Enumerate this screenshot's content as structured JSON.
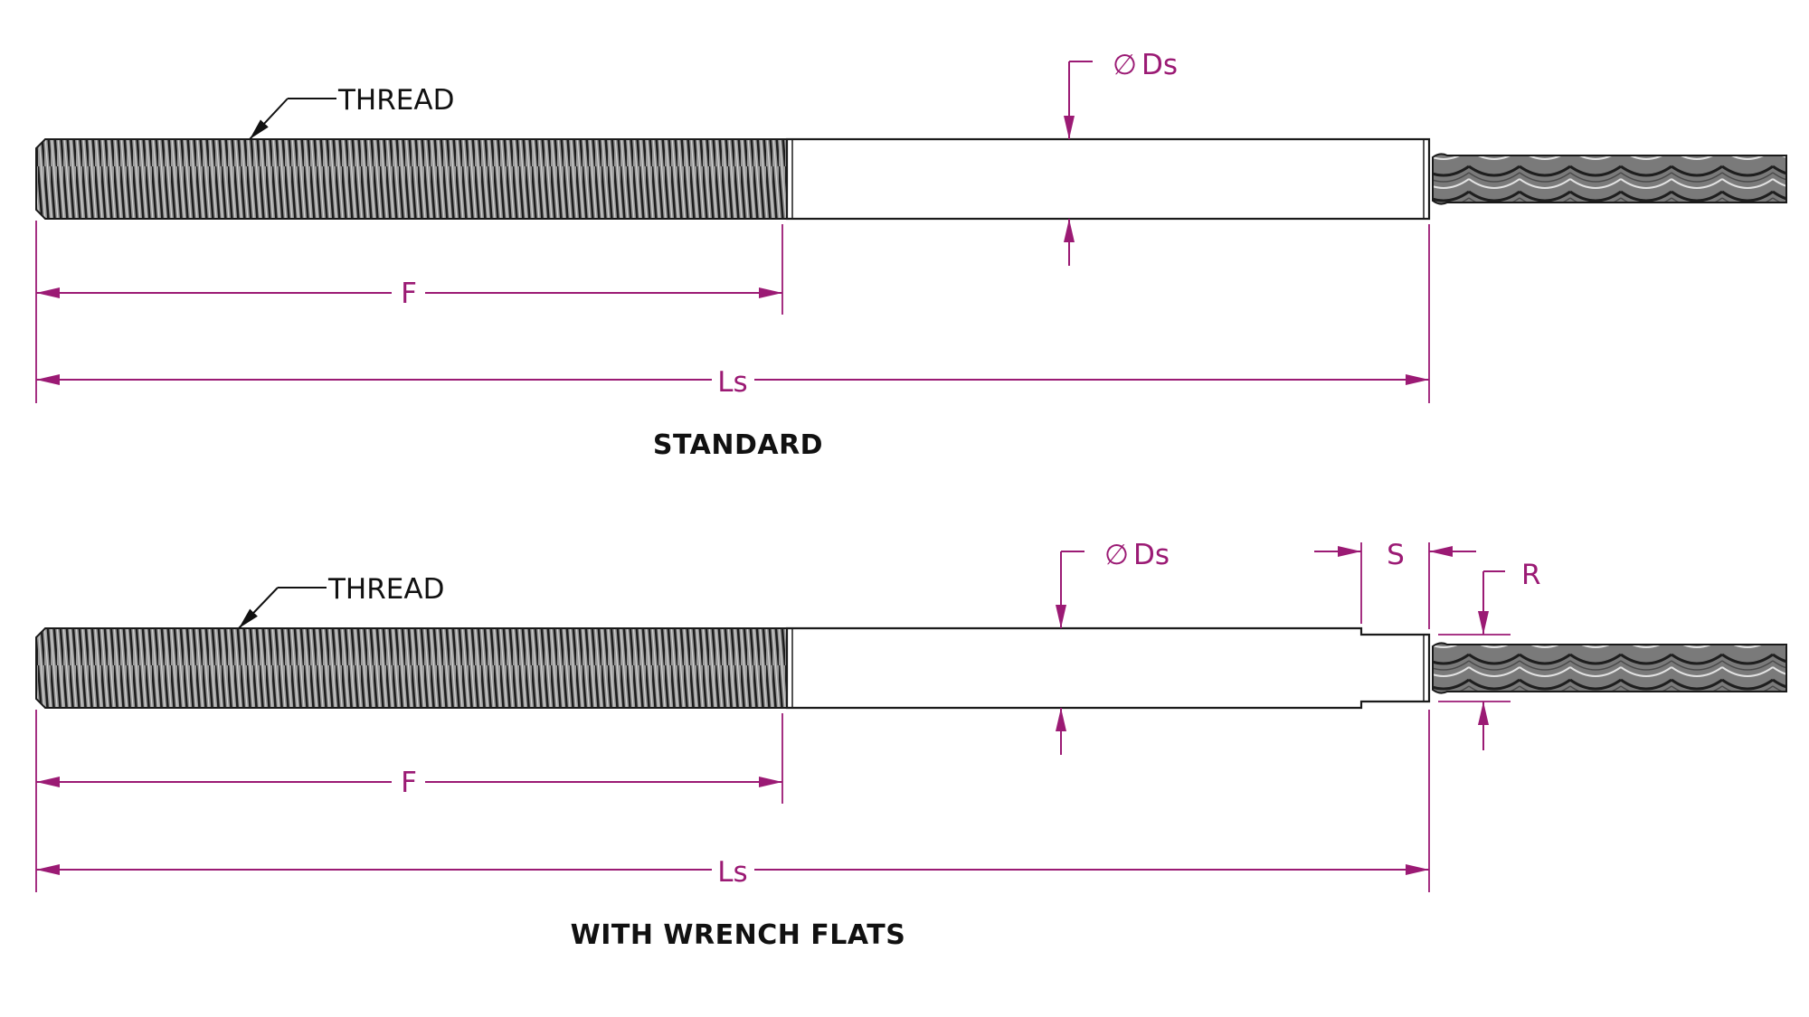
{
  "colors": {
    "dimension": "#9b1a74",
    "outline": "#1a1a1a",
    "thread_fill": "#8a8a8a",
    "cable_fill": "#6b6b6b",
    "title": "#111111"
  },
  "views": [
    {
      "title": "STANDARD",
      "thread_label": "THREAD",
      "diameter_symbol": "∅",
      "diameter_label": "Ds",
      "thread_length_label": "F",
      "overall_length_label": "Ls"
    },
    {
      "title": "WITH WRENCH FLATS",
      "thread_label": "THREAD",
      "diameter_symbol": "∅",
      "diameter_label": "Ds",
      "thread_length_label": "F",
      "overall_length_label": "Ls",
      "flat_length_label": "S",
      "flat_radius_label": "R"
    }
  ]
}
